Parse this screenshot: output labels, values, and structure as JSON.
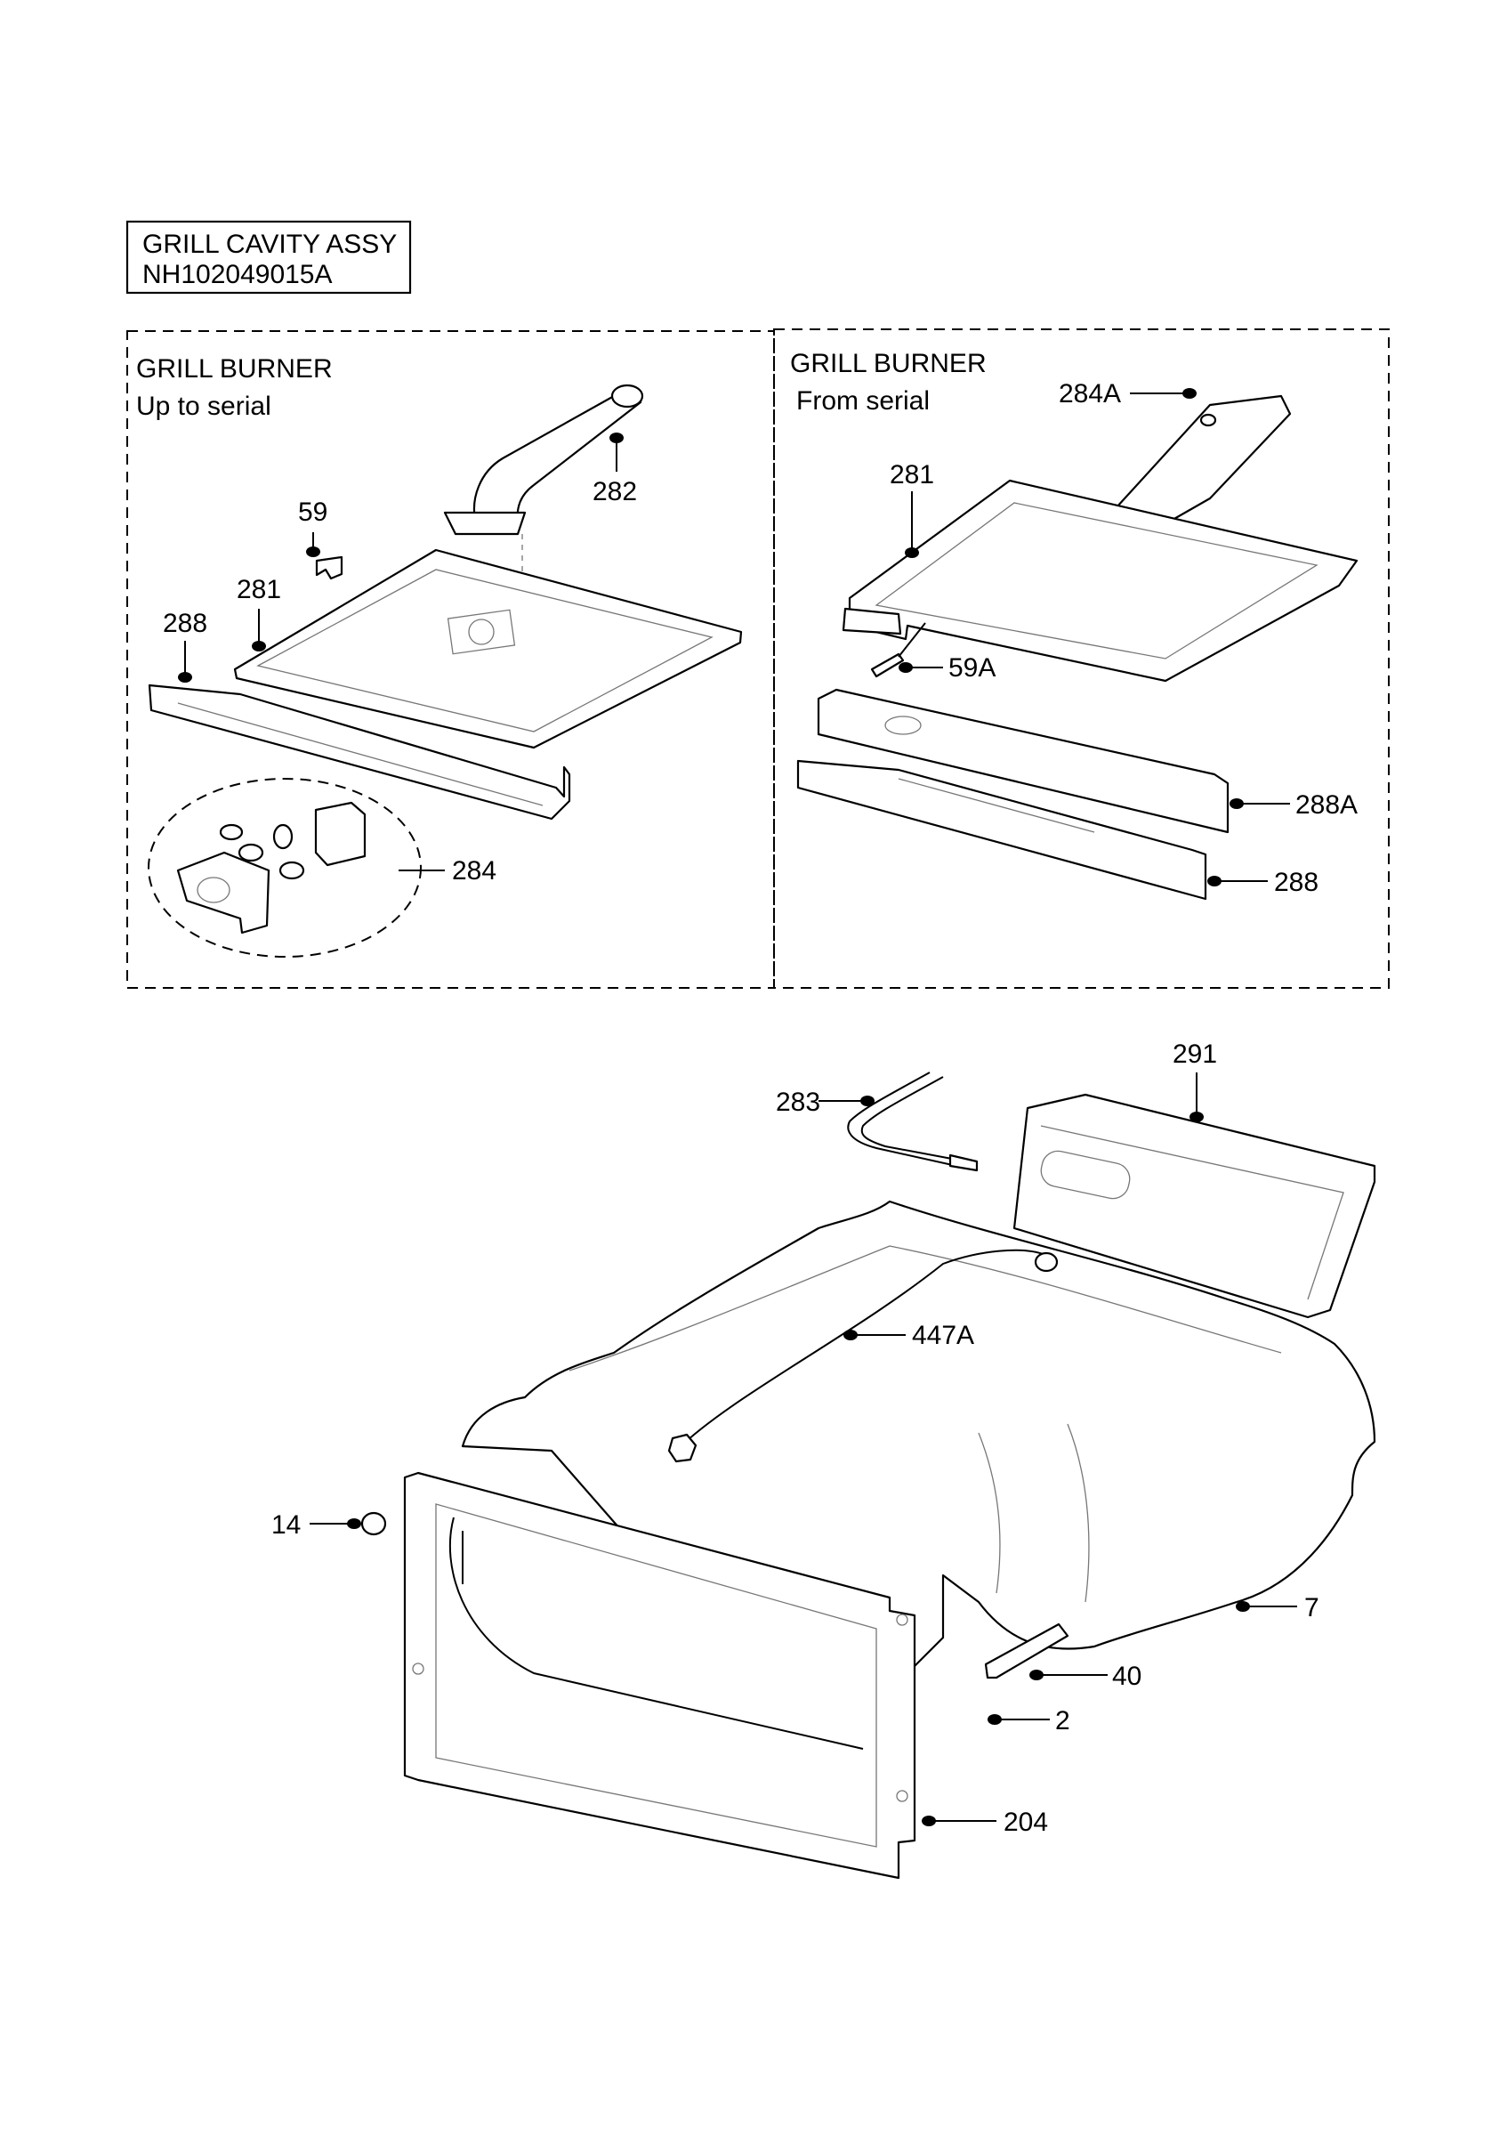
{
  "title_box": {
    "line1": "GRILL CAVITY ASSY",
    "line2": "NH102049015A"
  },
  "panel_left": {
    "title": "GRILL BURNER",
    "subtitle": "Up to serial"
  },
  "panel_right": {
    "title": "GRILL BURNER",
    "subtitle": "From serial"
  },
  "callouts": {
    "c282": "282",
    "c59": "59",
    "c281_left": "281",
    "c288_left": "288",
    "c284": "284",
    "c284A": "284A",
    "c281_right": "281",
    "c59A": "59A",
    "c288A": "288A",
    "c288_right": "288",
    "c291": "291",
    "c283": "283",
    "c447A": "447A",
    "c14": "14",
    "c7": "7",
    "c40": "40",
    "c2": "2",
    "c204": "204"
  }
}
